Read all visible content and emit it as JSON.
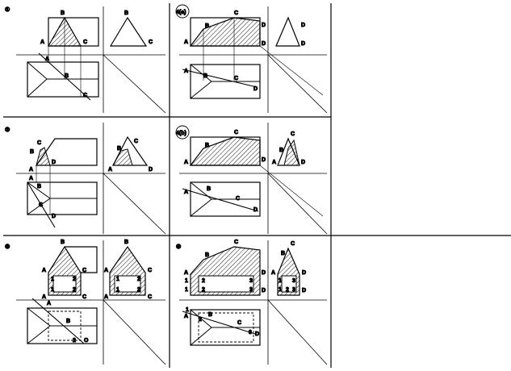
{
  "panels": [
    {
      "id": "1",
      "tag": "①"
    },
    {
      "id": "2",
      "tag": "②"
    },
    {
      "id": "3",
      "tag": "③"
    },
    {
      "id": "4a",
      "tag": "4(a)"
    },
    {
      "id": "4b",
      "tag": "4(b)"
    },
    {
      "id": "5",
      "tag": "⑤"
    }
  ],
  "labels": {
    "A": "A",
    "B": "B",
    "C": "C",
    "D": "D",
    "O": "O",
    "n1": "1",
    "n2": "2",
    "n3": "3"
  }
}
